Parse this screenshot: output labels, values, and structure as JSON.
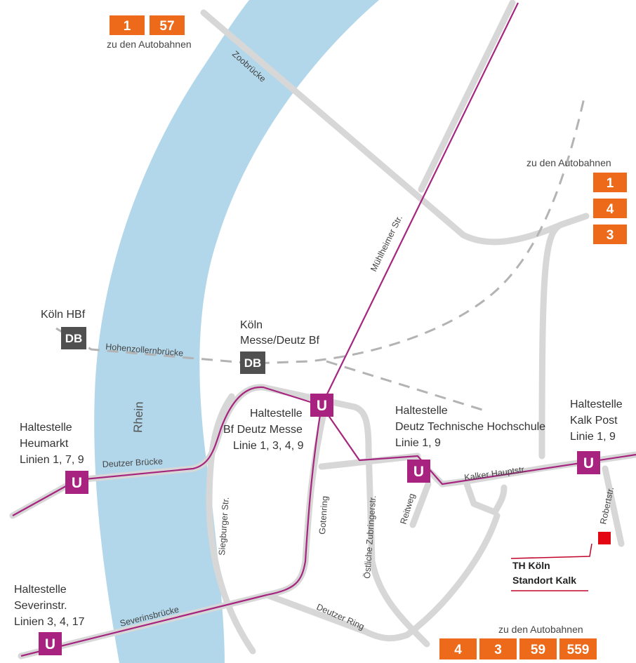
{
  "river": {
    "label": "Rhein"
  },
  "streets": {
    "zoobruecke": "Zoobrücke",
    "muelheimer": "Mühlheimer Str.",
    "hohenzollern": "Hohenzollernbrücke",
    "deutzer_bruecke": "Deutzer Brücke",
    "siegburger": "Siegburger Str.",
    "gotenring": "Gotenring",
    "oestliche": "Östliche Zubringerstr.",
    "reitweg": "Reitweg",
    "kalker": "Kalker Hauptstr.",
    "robert": "Robertstr.",
    "severinsbruecke": "Severinsbrücke",
    "deutzer_ring": "Deutzer Ring"
  },
  "stations": {
    "koeln_hbf": {
      "label": "Köln HBf",
      "badge": "DB"
    },
    "messe_deutz": {
      "lines": [
        "Köln",
        "Messe/Deutz Bf"
      ],
      "badge": "DB"
    },
    "bf_deutz_messe": {
      "lines": [
        "Haltestelle",
        "Bf Deutz Messe",
        "Linie 1, 3, 4, 9"
      ],
      "badge": "U"
    },
    "heumarkt": {
      "lines": [
        "Haltestelle",
        "Heumarkt",
        "Linien 1, 7, 9"
      ],
      "badge": "U"
    },
    "deutz_th": {
      "lines": [
        "Haltestelle",
        "Deutz Technische Hochschule",
        "Linie 1, 9"
      ],
      "badge": "U"
    },
    "kalk_post": {
      "lines": [
        "Haltestelle",
        "Kalk Post",
        "Linie 1, 9"
      ],
      "badge": "U"
    },
    "severinstr": {
      "lines": [
        "Haltestelle",
        "Severinstr.",
        "Linien 3, 4, 17"
      ],
      "badge": "U"
    }
  },
  "autobahn": {
    "label": "zu den Autobahnen",
    "top": [
      "1",
      "57"
    ],
    "right": [
      "1",
      "4",
      "3"
    ],
    "bottom": [
      "4",
      "3",
      "59",
      "559"
    ]
  },
  "campus": {
    "lines": [
      "TH Köln",
      "Standort Kalk"
    ]
  },
  "colors": {
    "river": "#b2d7ea",
    "tram": "#a5257f",
    "autobahn": "#ec6a1a",
    "db": "#505050",
    "road": "#d7d7d7"
  }
}
